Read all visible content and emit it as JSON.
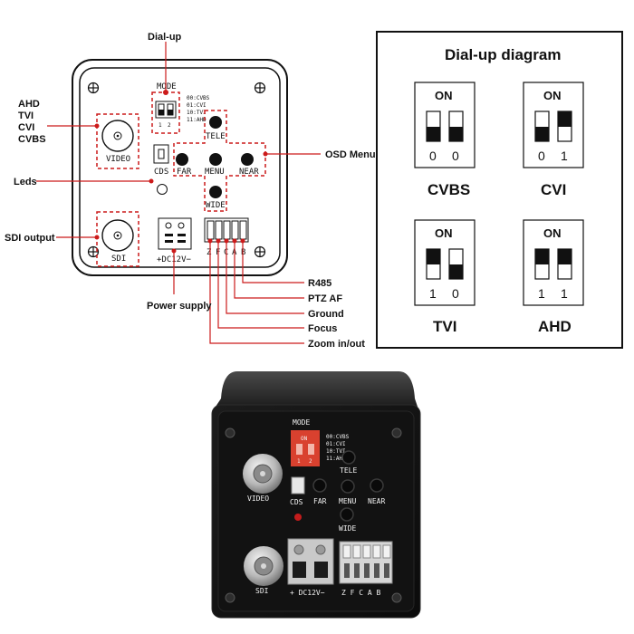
{
  "diagram": {
    "top_label": "Dial-up",
    "left_labels": {
      "formats": [
        "AHD",
        "TVI",
        "CVI",
        "CVBS"
      ],
      "leds": "Leds",
      "sdi_output": "SDI output",
      "power_supply": "Power supply"
    },
    "right_labels": {
      "osd_menu": "OSD Menu",
      "r485": "R485",
      "ptz_af": "PTZ AF",
      "ground": "Ground",
      "focus": "Focus",
      "zoom": "Zoom in/out"
    },
    "panel": {
      "mode": "MODE",
      "switch_numbers": [
        "1",
        "2"
      ],
      "mode_table": [
        "00:CVBS",
        "01:CVI",
        "10:TVI",
        "11:AHD"
      ],
      "video": "VIDEO",
      "sdi": "SDI",
      "cds": "CDS",
      "far": "FAR",
      "menu": "MENU",
      "near": "NEAR",
      "tele": "TELE",
      "wide": "WIDE",
      "power": "+DC12V−",
      "terminals": [
        "Z",
        "F",
        "C",
        "A",
        "B"
      ]
    }
  },
  "dialup_diagram": {
    "title": "Dial-up diagram",
    "modes": [
      {
        "name": "CVBS",
        "on_label": "ON",
        "bits": [
          "0",
          "0"
        ]
      },
      {
        "name": "CVI",
        "on_label": "ON",
        "bits": [
          "0",
          "1"
        ]
      },
      {
        "name": "TVI",
        "on_label": "ON",
        "bits": [
          "1",
          "0"
        ]
      },
      {
        "name": "AHD",
        "on_label": "ON",
        "bits": [
          "1",
          "1"
        ]
      }
    ]
  },
  "photo": {
    "mode": "MODE",
    "on": "ON",
    "switch_numbers": [
      "1",
      "2"
    ],
    "mode_table": [
      "00:CVBS",
      "01:CVI",
      "10:TVI",
      "11:AHD"
    ],
    "video": "VIDEO",
    "sdi": "SDI",
    "cds": "CDS",
    "far": "FAR",
    "menu": "MENU",
    "near": "NEAR",
    "tele": "TELE",
    "wide": "WIDE",
    "power": "+ DC12V−",
    "terminals": "Z F C A B"
  },
  "colors": {
    "callout": "#cc1a1a",
    "switch_red": "#d9412f",
    "body_dark": "#141414"
  }
}
